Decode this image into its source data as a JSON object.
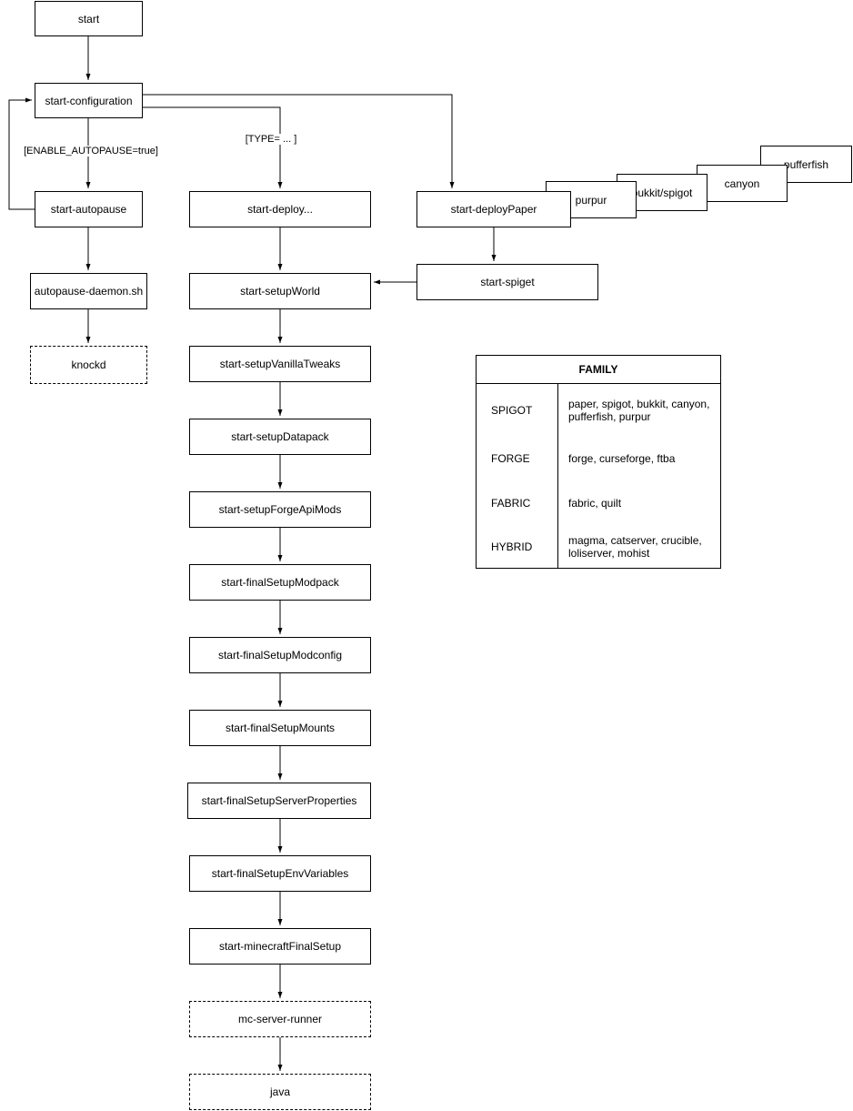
{
  "nodes": {
    "start": "start",
    "start_configuration": "start-configuration",
    "start_autopause": "start-autopause",
    "autopause_daemon": "autopause-daemon.sh",
    "knockd": "knockd",
    "start_deploy": "start-deploy...",
    "start_deploy_paper": "start-deployPaper",
    "purpur": "purpur",
    "bukkit_spigot": "bukkit/spigot",
    "canyon": "canyon",
    "pufferfish": "pufferfish",
    "start_spiget": "start-spiget",
    "start_setup_world": "start-setupWorld",
    "start_setup_vanilla_tweaks": "start-setupVanillaTweaks",
    "start_setup_datapack": "start-setupDatapack",
    "start_setup_forge_api_mods": "start-setupForgeApiMods",
    "start_final_setup_modpack": "start-finalSetupModpack",
    "start_final_setup_modconfig": "start-finalSetupModconfig",
    "start_final_setup_mounts": "start-finalSetupMounts",
    "start_final_setup_server_properties": "start-finalSetupServerProperties",
    "start_final_setup_env_variables": "start-finalSetupEnvVariables",
    "start_minecraft_final_setup": "start-minecraftFinalSetup",
    "mc_server_runner": "mc-server-runner",
    "java": "java"
  },
  "edge_labels": {
    "enable_autopause": "[ENABLE_AUTOPAUSE=true]",
    "type": "[TYPE= ... ]"
  },
  "table": {
    "title": "FAMILY",
    "rows": [
      {
        "family": "SPIGOT",
        "members": "paper, spigot, bukkit, canyon,\npufferfish, purpur"
      },
      {
        "family": "FORGE",
        "members": "forge, curseforge, ftba"
      },
      {
        "family": "FABRIC",
        "members": "fabric, quilt"
      },
      {
        "family": "HYBRID",
        "members": "magma, catserver, crucible,\nloliserver, mohist"
      }
    ]
  }
}
